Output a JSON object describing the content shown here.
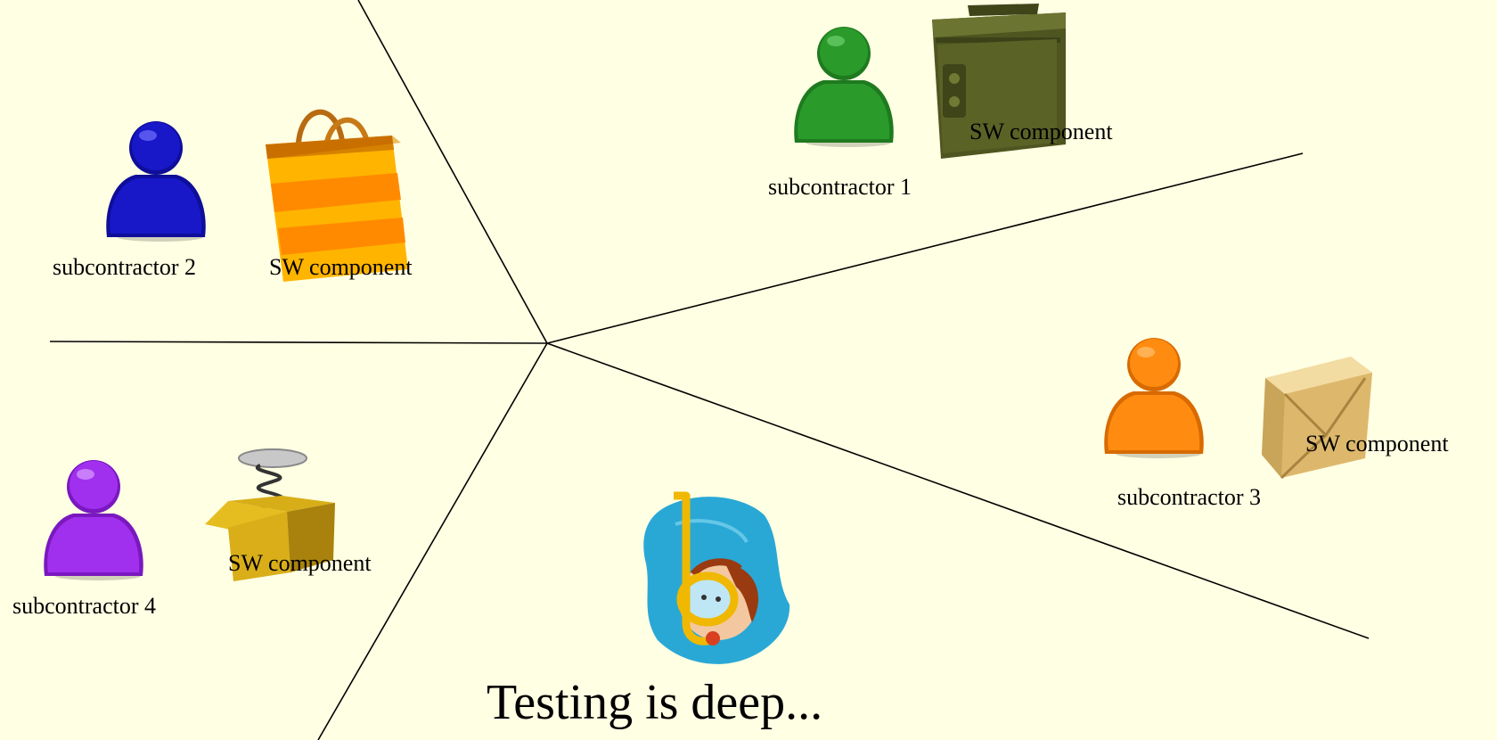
{
  "title": "Testing is deep...",
  "groups": [
    {
      "id": "g1",
      "person_label": "subcontractor 1",
      "component_label": "SW component",
      "person_color": "#2a8a2a",
      "component_icon": "ammo-can-icon"
    },
    {
      "id": "g2",
      "person_label": "subcontractor 2",
      "component_label": "SW component",
      "person_color": "#1818c8",
      "component_icon": "shopping-bag-icon"
    },
    {
      "id": "g3",
      "person_label": "subcontractor 3",
      "component_label": "SW component",
      "person_color": "#ff8c10",
      "component_icon": "cardboard-box-icon"
    },
    {
      "id": "g4",
      "person_label": "subcontractor 4",
      "component_label": "SW component",
      "person_color": "#a030ee",
      "component_icon": "jack-in-the-box-icon"
    }
  ],
  "center_icon": "snorkel-diver-icon",
  "colors": {
    "background": "#ffffe3",
    "lines": "#000000"
  }
}
